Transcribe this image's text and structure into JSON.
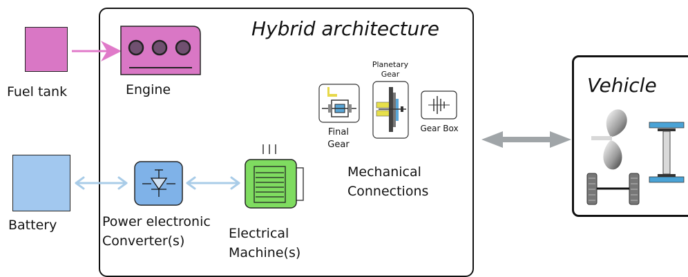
{
  "diagram": {
    "title": "Hybrid architecture",
    "vehicle_title": "Vehicle",
    "nodes": {
      "fuel_tank": "Fuel tank",
      "battery": "Battery",
      "engine": "Engine",
      "converter_l1": "Power electronic",
      "converter_l2": "Converter(s)",
      "machine_l1": "Electrical",
      "machine_l2": "Machine(s)",
      "mech_l1": "Mechanical",
      "mech_l2": "Connections",
      "final_gear_l1": "Final",
      "final_gear_l2": "Gear",
      "planetary_l1": "Planetary",
      "planetary_l2": "Gear",
      "gear_box": "Gear Box"
    },
    "colors": {
      "fuel": "#d977c5",
      "battery": "#a2c8ef",
      "converter": "#7fb2e8",
      "machine": "#7fdc60",
      "arrow_energy": "#a9cce8",
      "arrow_fuel": "#e07ac9",
      "arrow_vehicle": "#a0a5a8"
    }
  }
}
